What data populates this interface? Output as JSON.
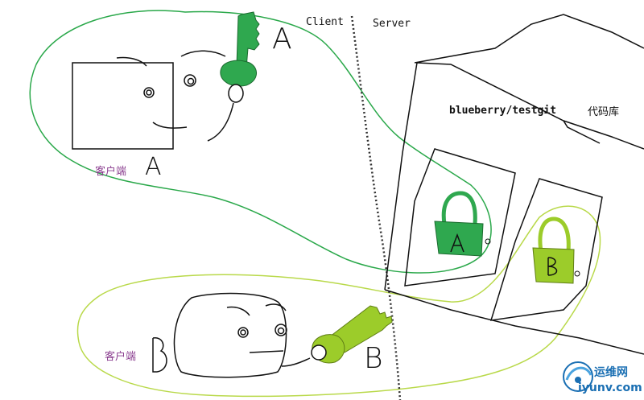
{
  "labels": {
    "client": "Client",
    "server": "Server",
    "repo_path": "blueberry/testgit",
    "repo_word": "代码库",
    "client_a": "客户端",
    "client_b": "客户端",
    "letter_a": "A",
    "letter_b": "B"
  },
  "watermark": {
    "cn": "运维网",
    "url": "iyunv.com"
  },
  "colors": {
    "key_a": "#2fa84f",
    "key_b": "#9ccc2a",
    "lock_a": "#2fa84f",
    "lock_b": "#9ccc2a",
    "circle_a": "#2aa84a",
    "circle_b": "#b9d94a",
    "label_purple": "#8a3d8f",
    "watermark": "#1a6fb3"
  },
  "icons": [
    "key-a-icon",
    "key-b-icon",
    "padlock-a-icon",
    "padlock-b-icon",
    "watermark-logo-icon"
  ]
}
